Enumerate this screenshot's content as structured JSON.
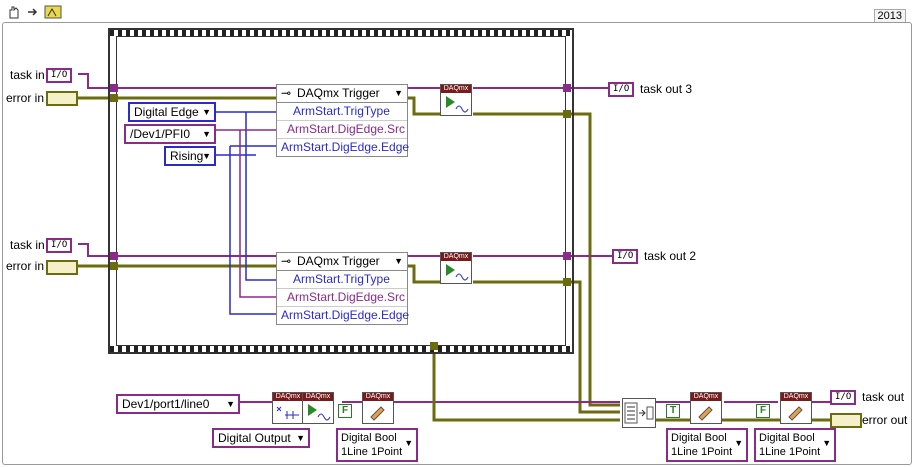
{
  "toolbar": {
    "icons": [
      "hand-icon",
      "arrow-icon",
      "labview-icon"
    ],
    "version": "2013"
  },
  "colors": {
    "task_wire": "#8a2a8a",
    "error_wire": "#6b6b10",
    "blue_wire": "#2a2acf",
    "frame": "#2a2a2a"
  },
  "left_inputs": [
    {
      "label": "task in",
      "terminal": "I/O"
    },
    {
      "label": "error in",
      "terminal": ""
    },
    {
      "label": "task in",
      "terminal": "I/O"
    },
    {
      "label": "error in",
      "terminal": ""
    }
  ],
  "constants": {
    "trig_type": "Digital Edge",
    "dig_src": "/Dev1/PFI0",
    "edge": "Rising",
    "lines": "Dev1/port1/line0",
    "output": "Digital Output"
  },
  "trigger_nodes": [
    {
      "title": "DAQmx Trigger",
      "rows": [
        "ArmStart.TrigType",
        "ArmStart.DigEdge.Src",
        "ArmStart.DigEdge.Edge"
      ]
    },
    {
      "title": "DAQmx Trigger",
      "rows": [
        "ArmStart.TrigType",
        "ArmStart.DigEdge.Src",
        "ArmStart.DigEdge.Edge"
      ]
    }
  ],
  "daqmx_label": "DAQmx",
  "write_boxes": [
    {
      "line1": "Digital Bool",
      "line2": "1Line 1Point"
    },
    {
      "line1": "Digital Bool",
      "line2": "1Line 1Point"
    },
    {
      "line1": "Digital Bool",
      "line2": "1Line 1Point"
    }
  ],
  "bool_constants": [
    "F",
    "T",
    "F"
  ],
  "right_outputs": [
    "task out 3",
    "task out 2",
    "task out",
    "error out"
  ],
  "terminal_io": "I/O"
}
